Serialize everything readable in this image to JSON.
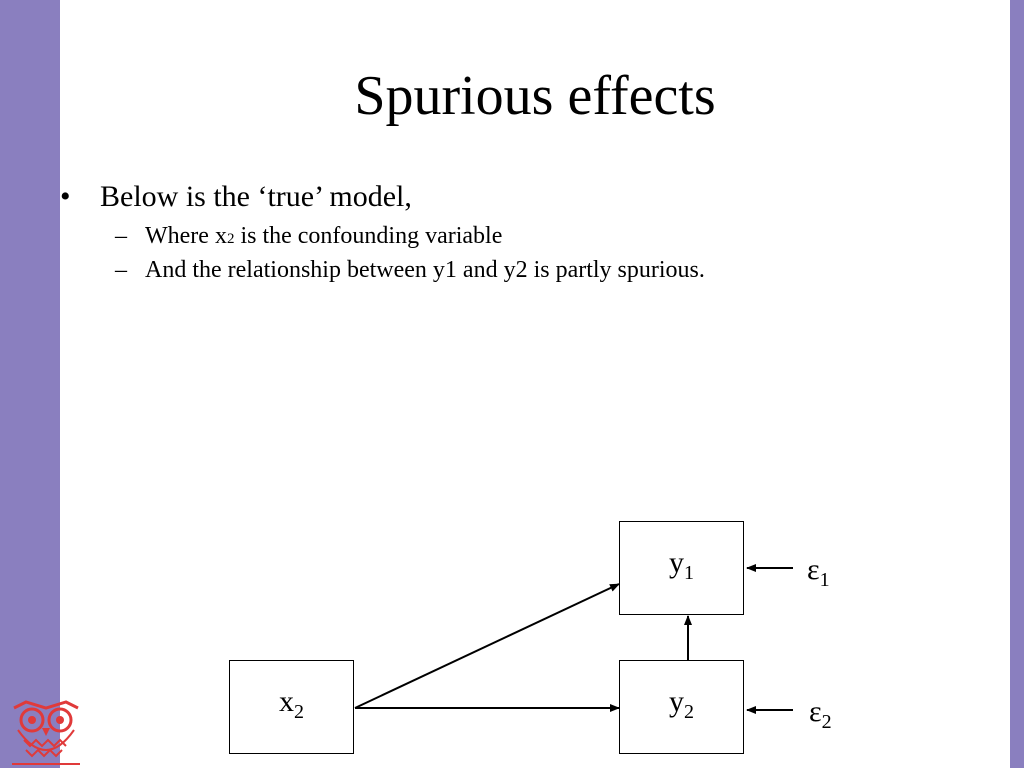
{
  "title": "Spurious effects",
  "bullet": {
    "marker": "•",
    "text": "Below is the ‘true’ model,"
  },
  "subbullets": [
    {
      "marker": "–",
      "pre": "Where x",
      "sub": "2",
      "post": " is the confounding variable"
    },
    {
      "marker": "–",
      "text": "And the relationship between y1 and y2 is partly spurious."
    }
  ],
  "diagram": {
    "nodes": {
      "y1": {
        "base": "y",
        "sub": "1"
      },
      "y2": {
        "base": "y",
        "sub": "2"
      },
      "x2": {
        "base": "x",
        "sub": "2"
      }
    },
    "errors": {
      "e1": {
        "base": "ε",
        "sub": "1"
      },
      "e2": {
        "base": "ε",
        "sub": "2"
      }
    }
  },
  "colors": {
    "sidebar": "#8a7fbf",
    "logo": "#e03a3a"
  },
  "logo_icon": "owl-logo-icon"
}
